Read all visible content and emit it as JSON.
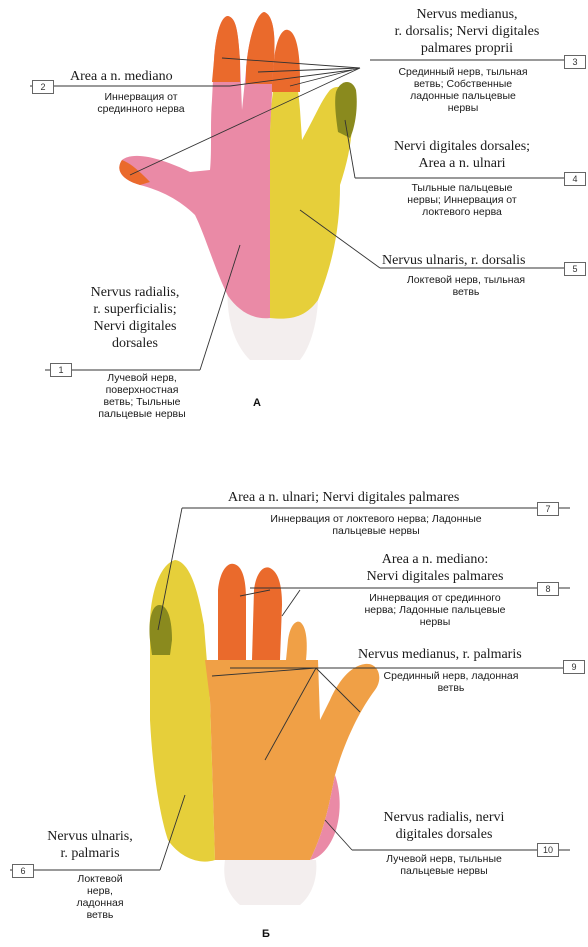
{
  "panels": {
    "a": {
      "figure_label": "А",
      "callouts": [
        {
          "num": "1",
          "latin": [
            "Nervus radialis,",
            "r. superficialis;",
            "Nervi digitales",
            "dorsales"
          ],
          "russian": [
            "Лучевой нерв,",
            "поверхностная",
            "ветвь; Тыльные",
            "пальцевые нервы"
          ]
        },
        {
          "num": "2",
          "latin": [
            "Area a n. mediano"
          ],
          "russian": [
            "Иннервация от",
            "срединного нерва"
          ]
        },
        {
          "num": "3",
          "latin": [
            "Nervus medianus,",
            "r. dorsalis; Nervi digitales",
            "palmares proprii"
          ],
          "russian": [
            "Срединный нерв, тыльная",
            "ветвь; Собственные",
            "ладонные пальцевые",
            "нервы"
          ]
        },
        {
          "num": "4",
          "latin": [
            "Nervi digitales dorsales;",
            "Area a n. ulnari"
          ],
          "russian": [
            "Тыльные пальцевые",
            "нервы; Иннервация от",
            "локтевого нерва"
          ]
        },
        {
          "num": "5",
          "latin": [
            "Nervus ulnaris, r. dorsalis"
          ],
          "russian": [
            "Локтевой нерв, тыльная",
            "ветвь"
          ]
        }
      ]
    },
    "b": {
      "figure_label": "Б",
      "callouts": [
        {
          "num": "6",
          "latin": [
            "Nervus ulnaris,",
            "r. palmaris"
          ],
          "russian": [
            "Локтевой",
            "нерв,",
            "ладонная",
            "ветвь"
          ]
        },
        {
          "num": "7",
          "latin": [
            "Area a n. ulnari; Nervi digitales palmares"
          ],
          "russian": [
            "Иннервация от локтевого нерва; Ладонные",
            "пальцевые нервы"
          ]
        },
        {
          "num": "8",
          "latin": [
            "Area a n. mediano:",
            "Nervi digitales palmares"
          ],
          "russian": [
            "Иннервация от срединного",
            "нерва; Ладонные пальцевые",
            "нервы"
          ]
        },
        {
          "num": "9",
          "latin": [
            "Nervus medianus, r. palmaris"
          ],
          "russian": [
            "Срединный нерв, ладонная",
            "ветвь"
          ]
        },
        {
          "num": "10",
          "latin": [
            "Nervus radialis, nervi",
            "digitales dorsales"
          ],
          "russian": [
            "Лучевой нерв, тыльные",
            "пальцевые нервы"
          ]
        }
      ]
    }
  },
  "colors": {
    "radial": "#ea8aa6",
    "median_tip": "#ea6a2c",
    "median_palm": "#f0a046",
    "ulnar": "#e6cf3a",
    "ulnar_tip": "#8a8a1e",
    "wrist": "#f3eeee",
    "line": "#333333"
  }
}
